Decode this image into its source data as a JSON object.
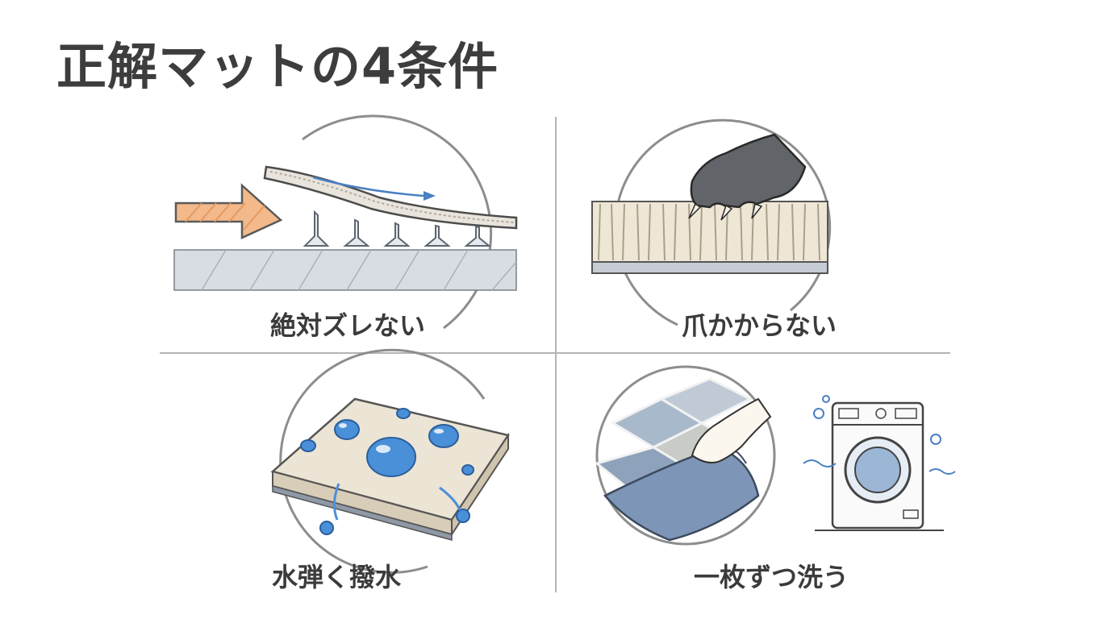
{
  "title": "正解マットの4条件",
  "conditions": [
    {
      "label": "絶対ズレない",
      "icon": "non-slip-mat-icon"
    },
    {
      "label": "爪かからない",
      "icon": "paw-claw-icon"
    },
    {
      "label": "水弾く撥水",
      "icon": "water-drops-icon"
    },
    {
      "label": "一枚ずつ洗う",
      "icon": "washing-machine-icon"
    }
  ],
  "colors": {
    "text": "#3b3b3b",
    "divider": "#b5b5b5",
    "accent_blue": "#4a90d9",
    "arrow_orange": "#f3b98a"
  }
}
